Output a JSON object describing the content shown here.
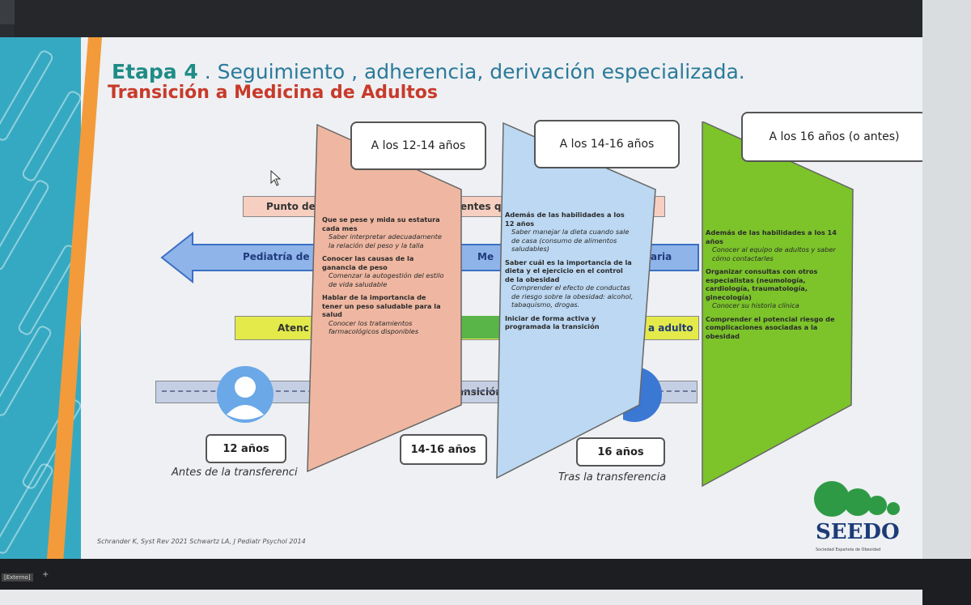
{
  "slide": {
    "title_stage": "Etapa 4",
    "title_rest": " . Seguimiento , adherencia, derivación especializada.",
    "subtitle": "Transición a Medicina de Adultos",
    "band_punto": "Punto de",
    "band_punto_right": "entes q",
    "band_pediatria": "Pediatría de",
    "band_me": "Me",
    "band_aria": "aria",
    "band_atenc": "Atenc",
    "band_adulto": "a adulto",
    "band_transicion": "ansición",
    "stages": [
      {
        "label": "A los 12-14 años"
      },
      {
        "label": "A los 14-16 años"
      },
      {
        "label": "A los 16 años  (o antes)"
      }
    ],
    "ages": [
      "12 años",
      "14-16 años",
      "16 años"
    ],
    "caption_before": "Antes de la transferenci",
    "caption_after": "Tras la transferencia",
    "panel1": {
      "i1": "Que se pese y mida su estatura cada mes",
      "i1a": "Saber interpretar adecuadamente la relación del peso y la talla",
      "i2": "Conocer las causas de la ganancia de peso",
      "i2a": "Comenzar la autogestión del estilo de vida saludable",
      "i3": "Hablar de la importancia de tener un peso saludable para la salud",
      "i4": "Conocer los tratamientos farmacológicos disponibles"
    },
    "panel2": {
      "intro": "Además de las habilidades a los 12 años",
      "i1a": "Saber manejar la dieta cuando sale de casa (consumo de alimentos saludables)",
      "i2": "Saber cuál es la importancia de la dieta y el ejercicio en el control de la obesidad",
      "i2a": "Comprender el efecto de conductas de riesgo sobre la obesidad: alcohol, tabaquismo, drogas.",
      "i3": "Iniciar de forma activa y programada la transición"
    },
    "panel3": {
      "intro": "Además de las habilidades a los 14 años",
      "i1a": "Conocer al equipo de adultos y saber cómo contactarles",
      "i2": "Organizar consultas con otros especialistas (neumología, cardiología, traumatología, ginecología)",
      "i2a": "Conocer su historia clínica",
      "i3": "Comprender el potencial riesgo de complicaciones asociadas a la obesidad"
    },
    "footnote": "Schrander K, Syst Rev 2021 Schwartz LA, J Pediatr Psychol 2014",
    "logo_text": "SEEDO",
    "logo_sub": "Sociedad Española de Obesidad"
  },
  "taskbar": {
    "tab_label": "[Externo]",
    "new_tab": "+"
  },
  "colors": {
    "teal_title": "#2a7a9a",
    "red_subtitle": "#c83a2a",
    "panel_salmon": "#efb7a1",
    "panel_blue": "#bcd8f2",
    "panel_green": "#7cc42a",
    "logo_green": "#2f9a45",
    "logo_blue": "#1c3c78"
  }
}
